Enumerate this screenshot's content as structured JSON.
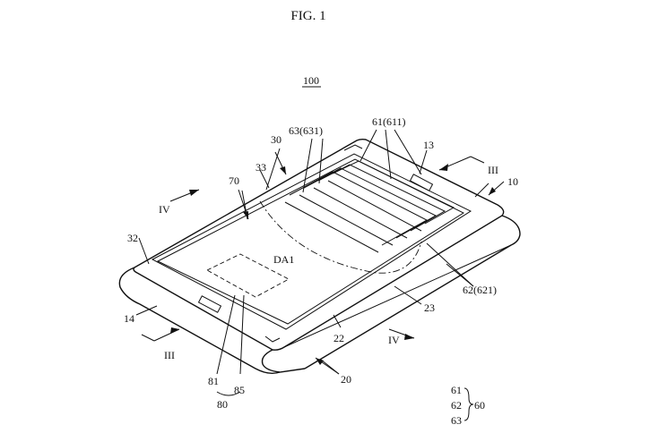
{
  "figure": {
    "title": "FIG. 1",
    "device_ref": "100"
  },
  "labels": {
    "l10": "10",
    "l13": "13",
    "l14": "14",
    "l20": "20",
    "l22": "22",
    "l23": "23",
    "l30": "30",
    "l32": "32",
    "l33": "33",
    "l70": "70",
    "l80": "80",
    "l81": "81",
    "l85": "85",
    "da1": "DA1",
    "l61_611": "61(611)",
    "l62_621": "62(621)",
    "l63_631": "63(631)",
    "sec_iii_right": "III",
    "sec_iii_left": "III",
    "sec_iv_left": "IV",
    "sec_iv_right": "IV"
  },
  "legend": {
    "items": [
      "61",
      "62",
      "63"
    ],
    "group": "60"
  }
}
